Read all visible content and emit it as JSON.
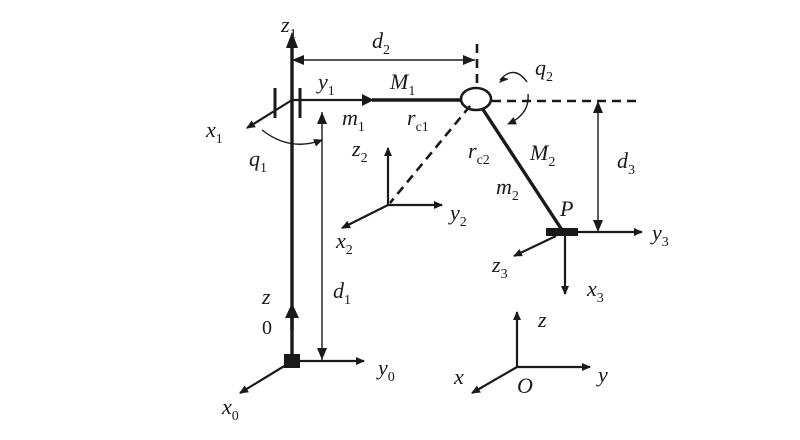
{
  "labels": {
    "z1": {
      "main": "z",
      "sub": "1"
    },
    "y1": {
      "main": "y",
      "sub": "1"
    },
    "x1": {
      "main": "x",
      "sub": "1"
    },
    "q1": {
      "main": "q",
      "sub": "1"
    },
    "d2": {
      "main": "d",
      "sub": "2"
    },
    "M1": {
      "main": "M",
      "sub": "1"
    },
    "m1": {
      "main": "m",
      "sub": "1"
    },
    "rc1": {
      "main": "r",
      "sub": "c1"
    },
    "q2": {
      "main": "q",
      "sub": "2"
    },
    "rc2": {
      "main": "r",
      "sub": "c2"
    },
    "M2": {
      "main": "M",
      "sub": "2"
    },
    "m2": {
      "main": "m",
      "sub": "2"
    },
    "d3": {
      "main": "d",
      "sub": "3"
    },
    "z2": {
      "main": "z",
      "sub": "2"
    },
    "y2": {
      "main": "y",
      "sub": "2"
    },
    "x2": {
      "main": "x",
      "sub": "2"
    },
    "P": {
      "main": "P"
    },
    "y3": {
      "main": "y",
      "sub": "3"
    },
    "z3": {
      "main": "z",
      "sub": "3"
    },
    "x3": {
      "main": "x",
      "sub": "3"
    },
    "z": {
      "main": "z"
    },
    "zero": {
      "main": "0"
    },
    "d1": {
      "main": "d",
      "sub": "1"
    },
    "y0": {
      "main": "y",
      "sub": "0"
    },
    "x0": {
      "main": "x",
      "sub": "0"
    },
    "zO": {
      "main": "z"
    },
    "xO": {
      "main": "x"
    },
    "yO": {
      "main": "y"
    },
    "O": {
      "main": "O"
    }
  }
}
